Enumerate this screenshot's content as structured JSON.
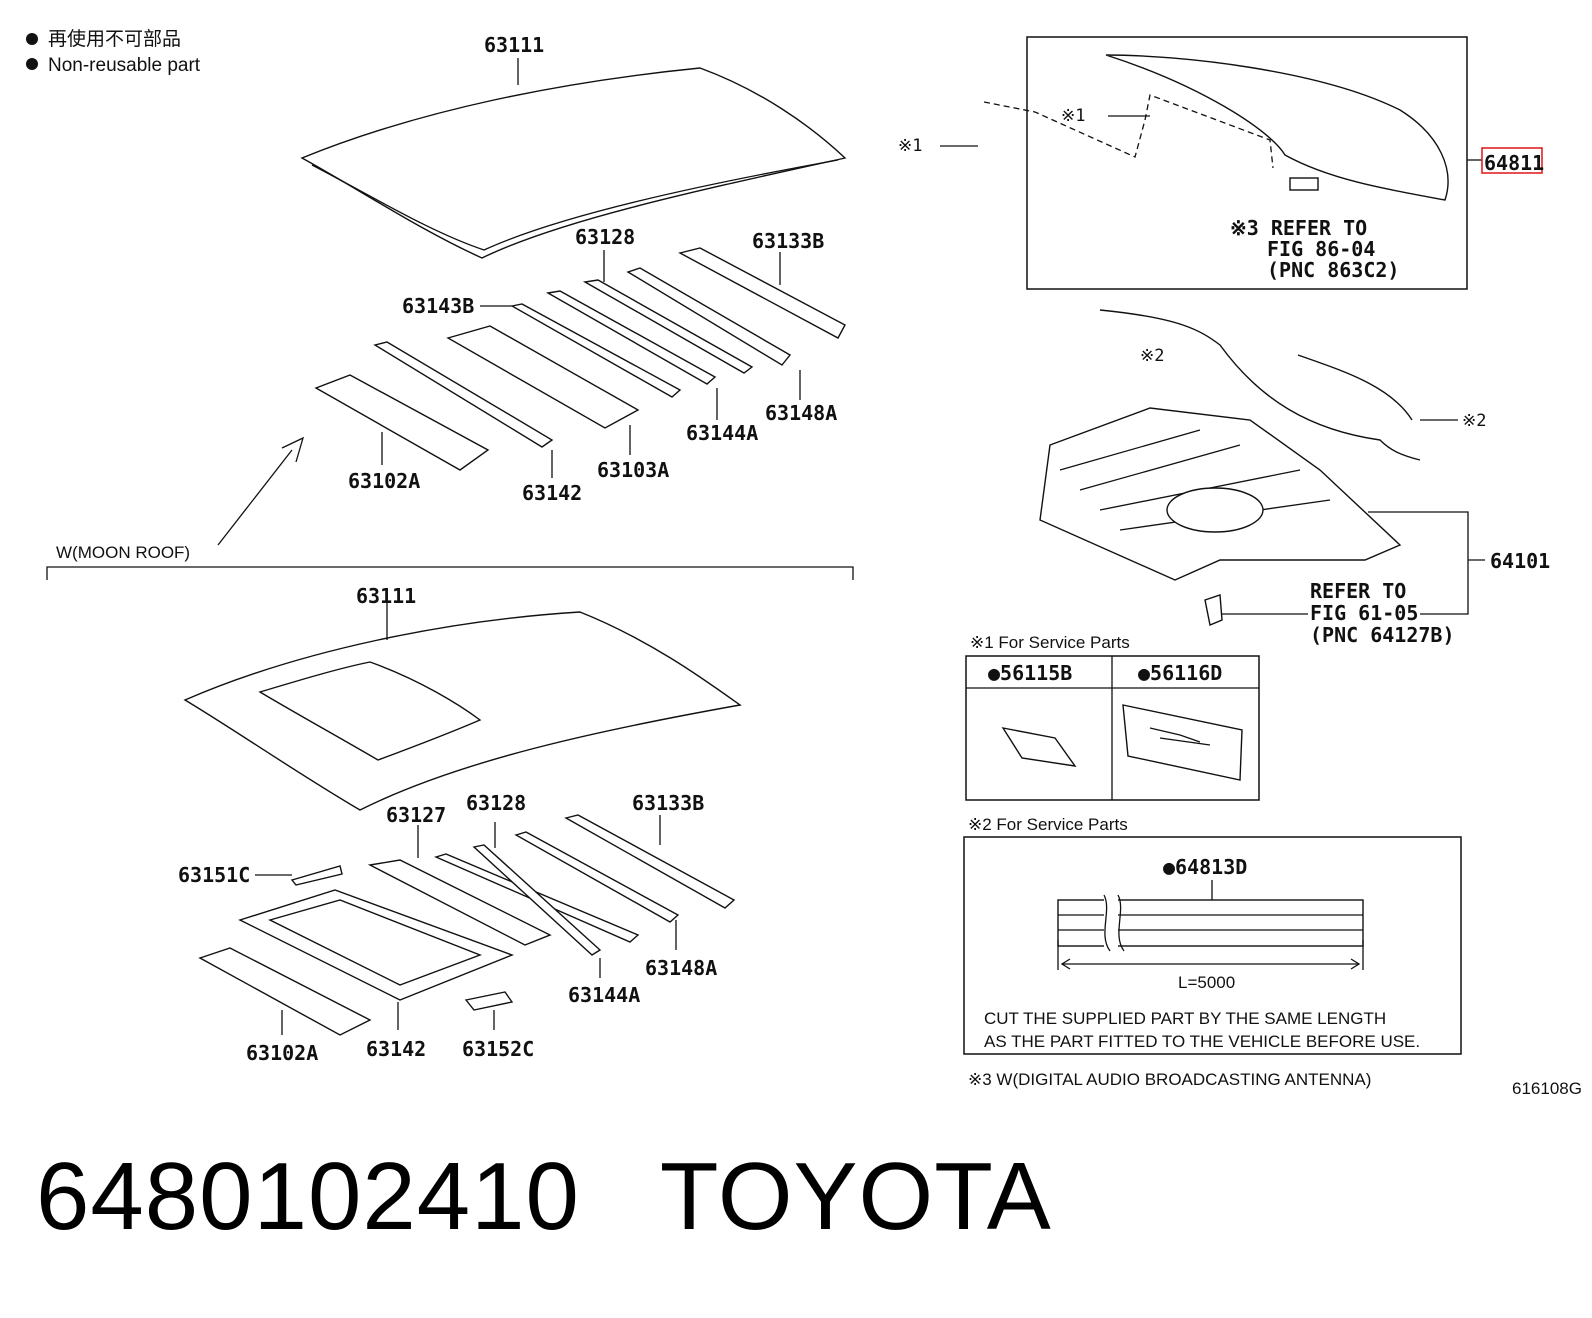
{
  "legend": {
    "jp": "再使用不可部品",
    "en": "Non-reusable part"
  },
  "top_section": {
    "roof_panel": "63111",
    "parts": [
      "63128",
      "63133B",
      "63143B",
      "63144A",
      "63148A",
      "63103A",
      "63142",
      "63102A"
    ]
  },
  "moon_roof": {
    "caption": "W(MOON ROOF)",
    "roof_panel": "63111",
    "parts": [
      "63128",
      "63127",
      "63133B",
      "63151C",
      "63148A",
      "63144A",
      "63142",
      "63152C",
      "63102A"
    ]
  },
  "glass": {
    "part": "64811",
    "mark1_left": "※1",
    "mark1_inner": "※1",
    "ref_line1": "※3 REFER TO",
    "ref_line2": "FIG 86-04",
    "ref_line3": "(PNC 863C2)"
  },
  "back_panel": {
    "part": "64101",
    "mark2_top": "※2",
    "mark2_right": "※2",
    "ref_line1": "REFER TO",
    "ref_line2": "FIG 61-05",
    "ref_line3": "(PNC 64127B)"
  },
  "service1": {
    "title": "※1 For Service Parts",
    "part_a": "●56115B",
    "part_b": "●56116D"
  },
  "service2": {
    "title": "※2 For Service Parts",
    "part": "●64813D",
    "length": "L=5000",
    "note1": "CUT THE SUPPLIED PART BY THE SAME LENGTH",
    "note2": "AS THE PART FITTED TO THE VEHICLE BEFORE USE."
  },
  "note3": "※3 W(DIGITAL AUDIO BROADCASTING ANTENNA)",
  "figure_code": "616108G",
  "footer": {
    "part_number": "6480102410",
    "brand": "TOYOTA"
  },
  "colors": {
    "highlight": "#e02424",
    "ink": "#111111"
  }
}
